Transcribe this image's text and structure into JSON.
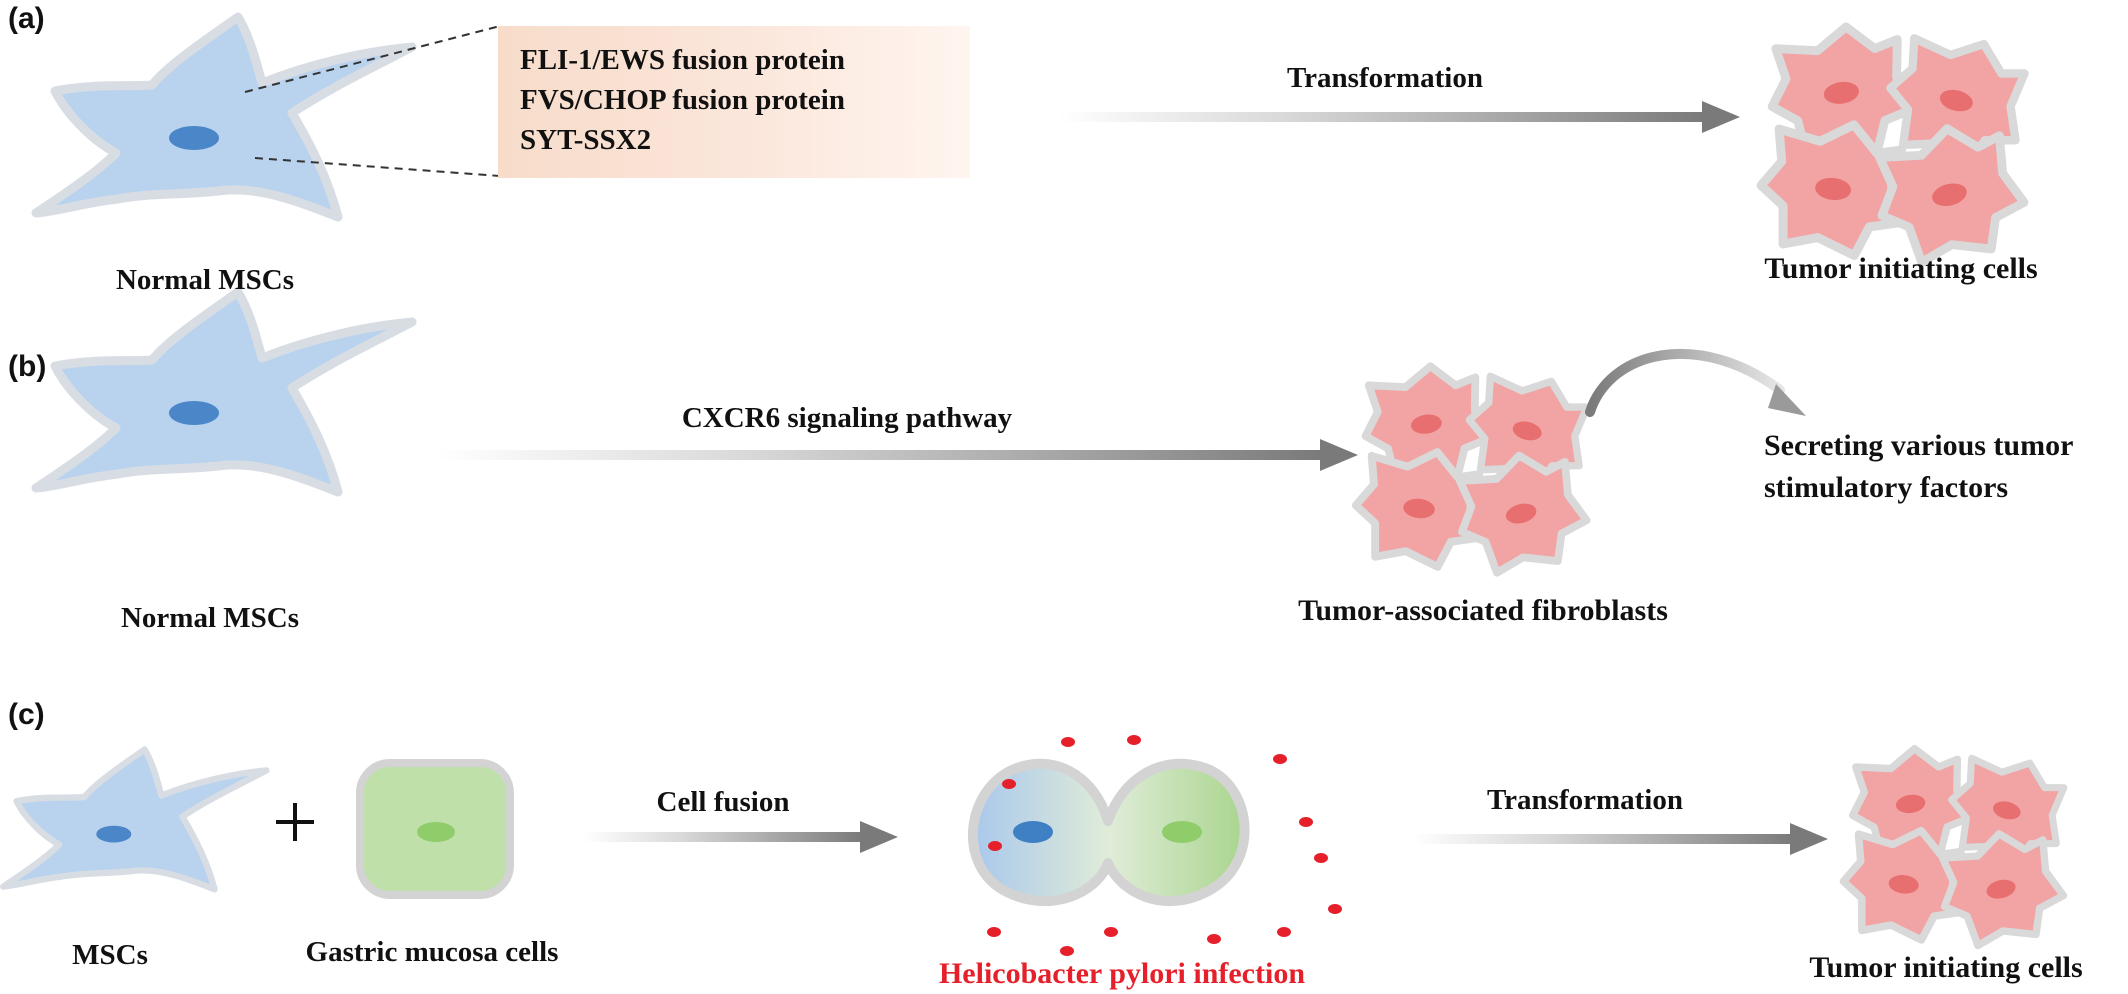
{
  "panels": {
    "a": {
      "label": "(a)",
      "source_cell": "Normal MSCs",
      "fusion_proteins": [
        "FLI-1/EWS fusion protein",
        "FVS/CHOP fusion protein",
        "SYT-SSX2"
      ],
      "arrow_label": "Transformation",
      "result_cell": "Tumor initiating cells"
    },
    "b": {
      "label": "(b)",
      "source_cell": "Normal MSCs",
      "arrow_label": "CXCR6 signaling pathway",
      "result_cell": "Tumor-associated fibroblasts",
      "secretion": [
        "Secreting various tumor",
        "stimulatory factors"
      ]
    },
    "c": {
      "label": "(c)",
      "cell_1": "MSCs",
      "plus_sign": "+",
      "cell_2": "Gastric mucosa cells",
      "fusion_arrow_label": "Cell fusion",
      "infection": "Helicobacter pylori infection",
      "transform_arrow_label": "Transformation",
      "result_cell": "Tumor initiating cells"
    }
  },
  "colors": {
    "msc_fill": "#b9d3ee",
    "msc_nucleus": "#4a86c8",
    "tumor_fill": "#f2a3a3",
    "tumor_nucleus": "#e86f6f",
    "gastric_fill": "#bfe0a8",
    "gastric_nucleus": "#8fcc6a",
    "bacteria": "#e5202a",
    "arrow": "#7a7a7a"
  }
}
